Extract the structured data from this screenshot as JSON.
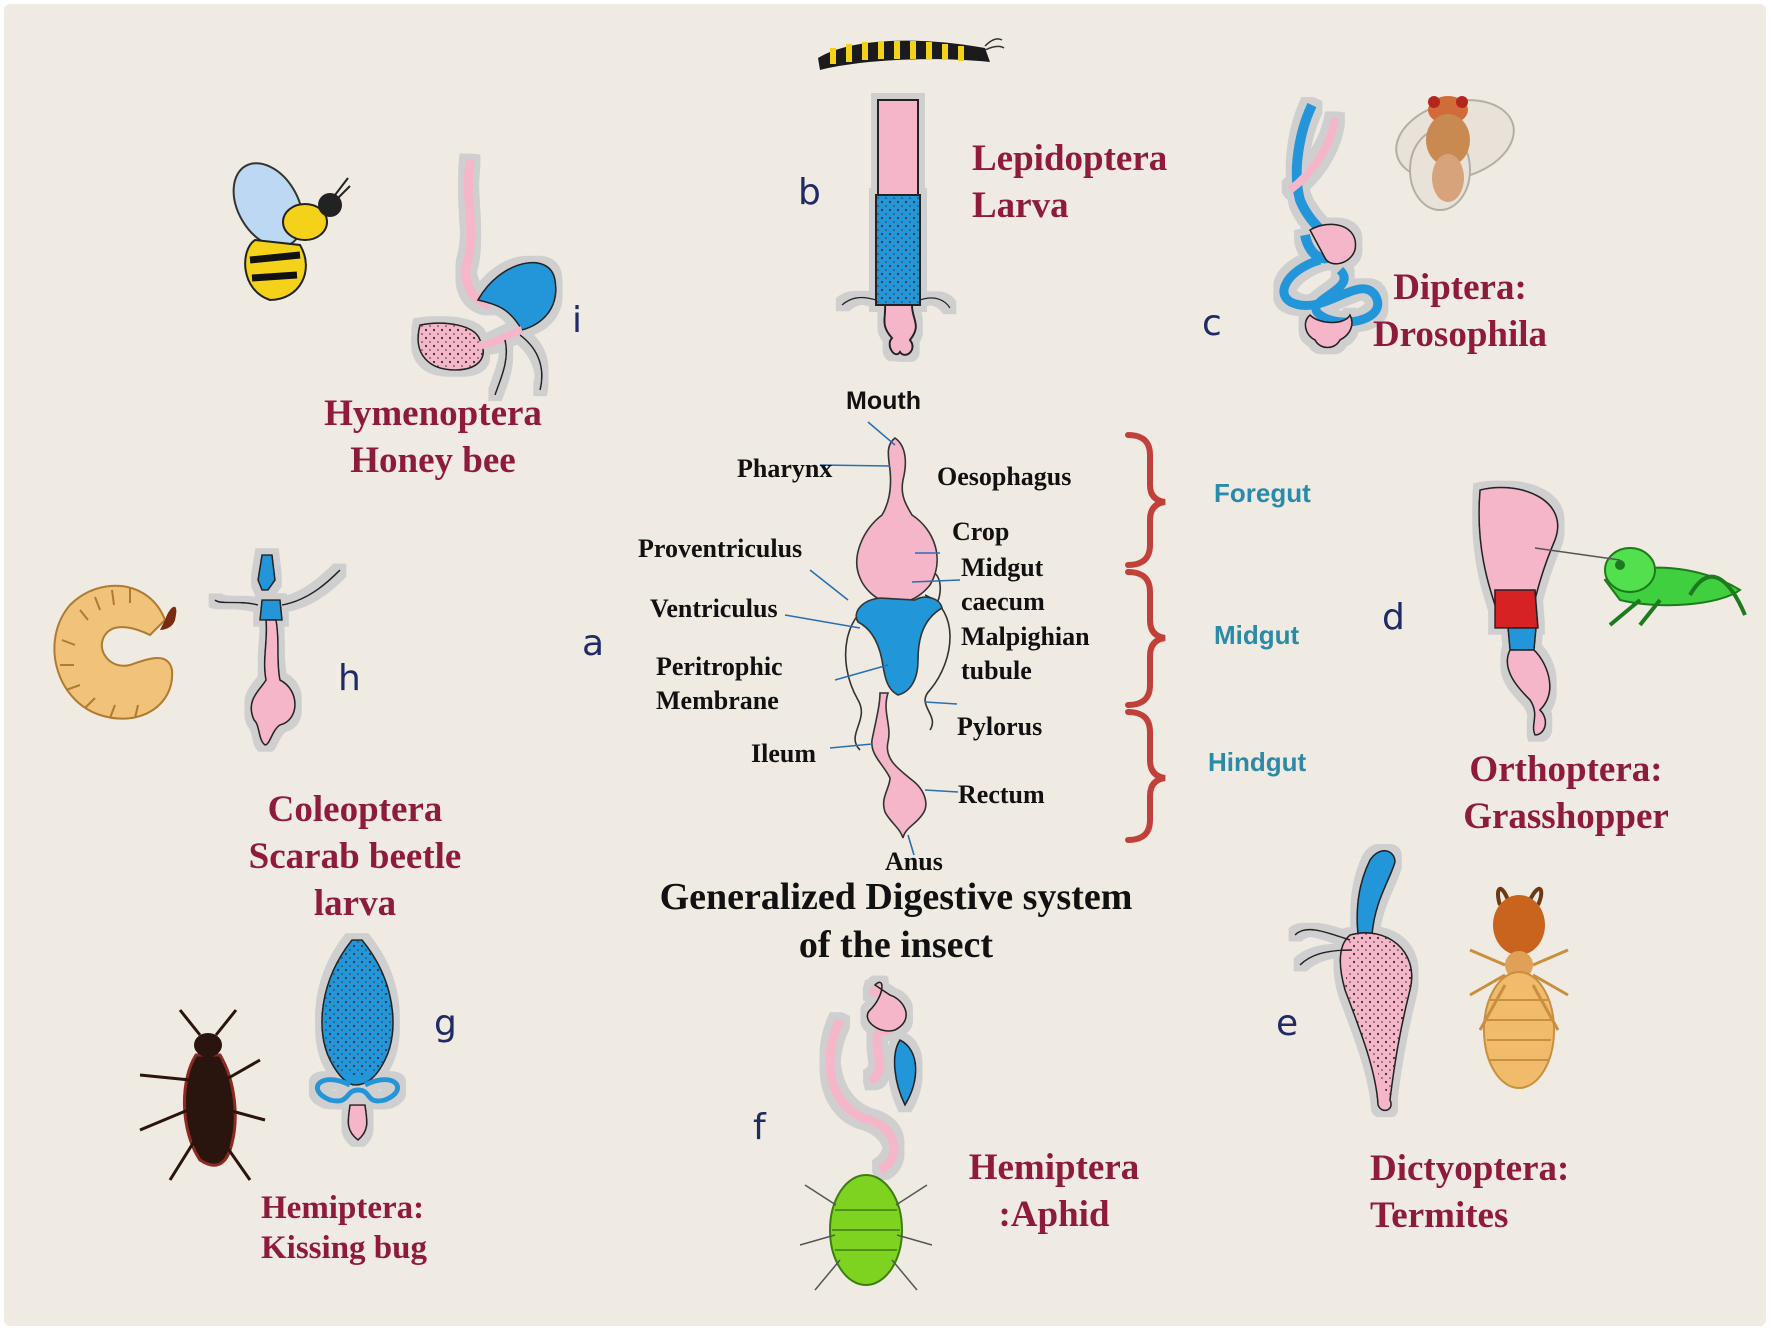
{
  "colors": {
    "background": "#efebe2",
    "label_red": "#8e1b3c",
    "letter_navy": "#1f2a66",
    "region_teal": "#2a8aa8",
    "gut_pink": "#f4b6c8",
    "gut_blue": "#2196d8",
    "bracket_red": "#c0403a"
  },
  "center": {
    "letter": "a",
    "title_line1": "Generalized Digestive system",
    "title_line2": "of the insect",
    "parts": {
      "mouth": "Mouth",
      "pharynx": "Pharynx",
      "oesophagus": "Oesophagus",
      "crop": "Crop",
      "proventriculus": "Proventriculus",
      "midgut_caecum_1": "Midgut",
      "midgut_caecum_2": "caecum",
      "ventriculus": "Ventriculus",
      "malpighian_1": "Malpighian",
      "malpighian_2": "tubule",
      "peritrophic_1": "Peritrophic",
      "peritrophic_2": "Membrane",
      "pylorus": "Pylorus",
      "ileum": "Ileum",
      "rectum": "Rectum",
      "anus": "Anus"
    },
    "regions": {
      "foregut": "Foregut",
      "midgut": "Midgut",
      "hindgut": "Hindgut"
    }
  },
  "panels": {
    "b": {
      "letter": "b",
      "line1": "Lepidoptera",
      "line2": "Larva",
      "icon": "caterpillar-icon"
    },
    "c": {
      "letter": "c",
      "line1": "Diptera:",
      "line2": "Drosophila",
      "icon": "fruit-fly-icon"
    },
    "d": {
      "letter": "d",
      "line1": "Orthoptera:",
      "line2": "Grasshopper",
      "icon": "grasshopper-icon"
    },
    "e": {
      "letter": "e",
      "line1": "Dictyoptera:",
      "line2": "Termites",
      "icon": "termite-icon"
    },
    "f": {
      "letter": "f",
      "line1": "Hemiptera",
      "line2": ":Aphid",
      "icon": "aphid-icon"
    },
    "g": {
      "letter": "g",
      "line1": "Hemiptera:",
      "line2": "Kissing bug",
      "icon": "kissing-bug-icon"
    },
    "h": {
      "letter": "h",
      "line1": "Coleoptera",
      "line2": "Scarab beetle",
      "line3": "larva",
      "icon": "grub-icon"
    },
    "i": {
      "letter": "i",
      "line1": "Hymenoptera",
      "line2": "Honey bee",
      "icon": "bee-icon"
    }
  }
}
